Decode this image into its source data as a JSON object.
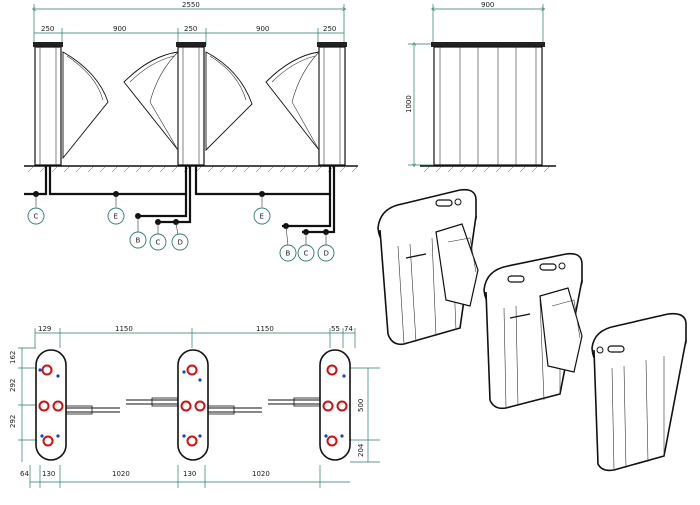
{
  "front_view": {
    "overall_width": "2550",
    "segments": [
      "250",
      "900",
      "250",
      "900",
      "250"
    ]
  },
  "side_view": {
    "width": "900",
    "height": "1000"
  },
  "cable_labels": {
    "front_left_c": "C",
    "front_left_e": "E",
    "front_left_b": "B",
    "front_left_c2": "C",
    "front_left_d": "D",
    "front_right_e": "E",
    "front_right_b": "B",
    "front_right_c": "C",
    "front_right_d": "D"
  },
  "plan_view": {
    "top_dims": [
      "129",
      "1150",
      "1150",
      "55",
      "74"
    ],
    "bottom_dims": [
      "64",
      "130",
      "1020",
      "130",
      "1020"
    ],
    "left_dims": [
      "162",
      "292",
      "292"
    ],
    "right_dims": [
      "500",
      "204"
    ]
  },
  "colors": {
    "dimension_line": "#2a7a6e",
    "anchor_ring": "#d01010",
    "cable_hole": "#1a3fbf"
  }
}
